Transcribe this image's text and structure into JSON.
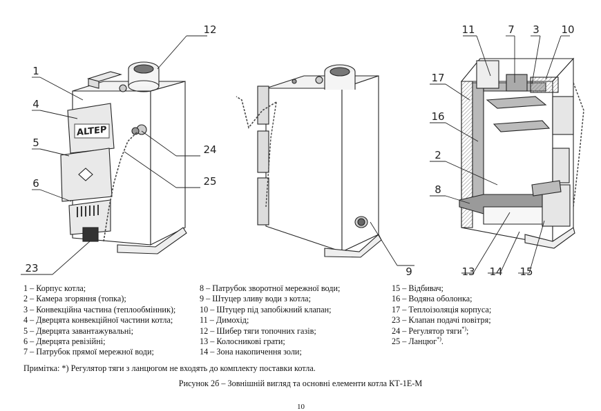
{
  "callouts": {
    "l1": "1",
    "l4": "4",
    "l5": "5",
    "l6": "6",
    "l12": "12",
    "l23": "23",
    "l24": "24",
    "l25": "25",
    "l9": "9",
    "r11": "11",
    "r7": "7",
    "r3": "3",
    "r10": "10",
    "r17": "17",
    "r16": "16",
    "r2": "2",
    "r8": "8",
    "r13": "13",
    "r14": "14",
    "r15": "15"
  },
  "brand": "ALTEP",
  "legend": {
    "col1": [
      "1 – Корпус котла;",
      "2 – Камера згоряння (топка);",
      "3 – Конвекційна частина (теплообмінник);",
      "4 – Дверцята конвекційної частини котла;",
      "5 – Дверцята завантажувальні;",
      "6 – Дверцята ревізійні;",
      "7 – Патрубок прямої мережної води;"
    ],
    "col2": [
      "8 – Патрубок зворотної мережної води;",
      "9 – Штуцер зливу води з котла;",
      "10 – Штуцер під запобіжний клапан;",
      "11 – Димохід;",
      "12 – Шибер тяги топочних газів;",
      "13 – Колосникові грати;",
      "14 – Зона накопичення золи;"
    ],
    "col3": [
      "15 – Відбивач;",
      "16 – Водяна оболонка;",
      "17 – Теплоізоляція корпуса;",
      "23 – Клапан подачі повітря;",
      "24 – Регулятор тяги",
      "25 – Ланцюг"
    ],
    "sup_mark": "*)",
    "item24_end": ";",
    "item25_end": "."
  },
  "note": "Примітка: *) Регулятор тяги з ланцюгом не входять до комплекту поставки котла.",
  "caption": "Рисунок 2б – Зовнішній вигляд та основні елементи котла КТ-1Е-М",
  "page_number": "10"
}
